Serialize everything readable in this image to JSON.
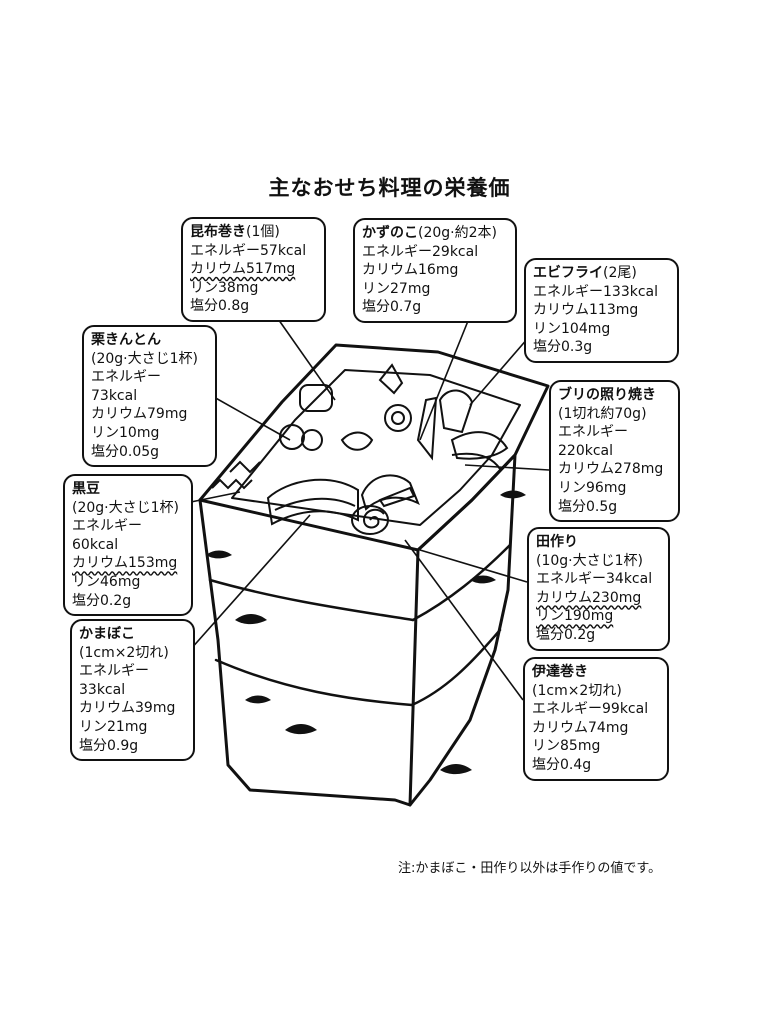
{
  "title": "主なおせち料理の栄養価",
  "note": "注:かまぼこ・田作り以外は手作りの値です。",
  "items": [
    {
      "id": "konbu",
      "name": "昆布巻き",
      "meta": "(1個)",
      "lines": [
        "エネルギー57kcal",
        "カリウム517mg",
        "リン38mg",
        "塩分0.8g"
      ]
    },
    {
      "id": "kazunoko",
      "name": "かずのこ",
      "meta": "(20g·約2本)",
      "lines": [
        "エネルギー29kcal",
        "カリウム16mg",
        "リン27mg",
        "塩分0.7g"
      ]
    },
    {
      "id": "ebi",
      "name": "エビフライ",
      "meta": "(2尾)",
      "lines": [
        "エネルギー133kcal",
        "カリウム113mg",
        "リン104mg",
        "塩分0.3g"
      ]
    },
    {
      "id": "kuri",
      "name": "栗きんとん",
      "meta": "",
      "lines": [
        "(20g·大さじ1杯)",
        "エネルギー",
        "73kcal",
        "カリウム79mg",
        "リン10mg",
        "塩分0.05g"
      ]
    },
    {
      "id": "buri",
      "name": "ブリの照り焼き",
      "meta": "",
      "lines": [
        "(1切れ約70g)",
        "エネルギー",
        "220kcal",
        "カリウム278mg",
        "リン96mg",
        "塩分0.5g"
      ]
    },
    {
      "id": "kuromame",
      "name": "黒豆",
      "meta": "",
      "lines": [
        "(20g·大さじ1杯)",
        "エネルギー",
        "60kcal",
        "カリウム153mg",
        "リン46mg",
        "塩分0.2g"
      ]
    },
    {
      "id": "tazukuri",
      "name": "田作り",
      "meta": "",
      "lines": [
        "(10g·大さじ1杯)",
        "エネルギー34kcal",
        "カリウム230mg",
        "リン190mg",
        "塩分0.2g"
      ]
    },
    {
      "id": "kamaboko",
      "name": "かまぼこ",
      "meta": "",
      "lines": [
        "(1cm×2切れ)",
        "エネルギー",
        "33kcal",
        "カリウム39mg",
        "リン21mg",
        "塩分0.9g"
      ]
    },
    {
      "id": "datemaki",
      "name": "伊達巻き",
      "meta": "",
      "lines": [
        "(1cm×2切れ)",
        "エネルギー99kcal",
        "カリウム74mg",
        "リン85mg",
        "塩分0.4g"
      ]
    }
  ]
}
